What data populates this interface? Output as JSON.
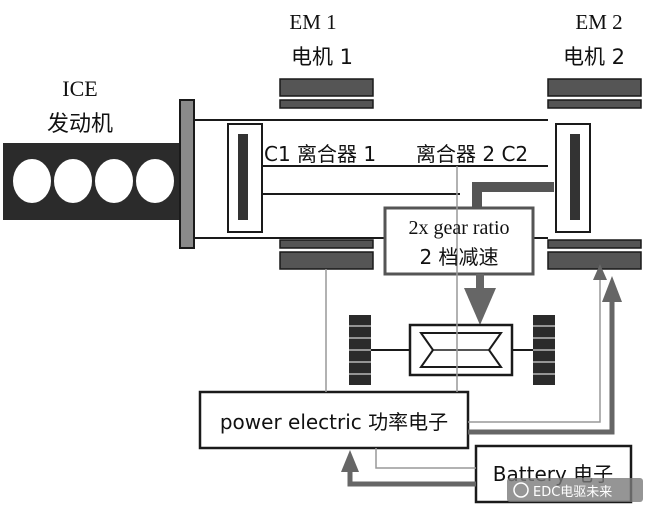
{
  "labels": {
    "em1_en": "EM 1",
    "em1_cn": "电机 1",
    "em2_en": "EM 2",
    "em2_cn": "电机 2",
    "ice_en": "ICE",
    "ice_cn": "发动机",
    "clutch1": "C1 离合器 1",
    "clutch2": "离合器 2 C2",
    "gear_en": "2x gear ratio",
    "gear_cn": "2 档减速",
    "power": "power electric 功率电子",
    "battery": "Battery 电子"
  },
  "watermark": {
    "text": "EDC电驱未来"
  },
  "colors": {
    "stroke": "#1a1a1a",
    "dark_fill": "#333333",
    "mid_gray": "#8a8a8a",
    "light_gray": "#d9d9d9",
    "arrow_gray": "#666666"
  }
}
